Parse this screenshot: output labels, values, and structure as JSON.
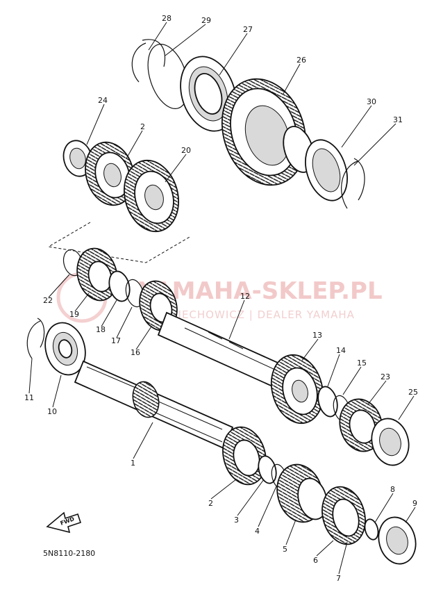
{
  "diagram": {
    "watermark": {
      "brand": "YAMAHA-SKLEP.PL",
      "tagline": "SIECHOWICZ | DEALER YAMAHA"
    },
    "drawing_code": "5N8110-2180",
    "direction_label": "FWD",
    "callouts": {
      "c1": "1",
      "c2": "2",
      "c2b": "2",
      "c3": "3",
      "c4": "4",
      "c5": "5",
      "c6": "6",
      "c7": "7",
      "c8": "8",
      "c9": "9",
      "c10": "10",
      "c11": "11",
      "c12": "12",
      "c13": "13",
      "c14": "14",
      "c15": "15",
      "c16": "16",
      "c17": "17",
      "c18": "18",
      "c19": "19",
      "c20": "20",
      "c22": "22",
      "c23": "23",
      "c24": "24",
      "c25": "25",
      "c26": "26",
      "c27": "27",
      "c28": "28",
      "c29": "29",
      "c30": "30",
      "c31": "31"
    }
  }
}
